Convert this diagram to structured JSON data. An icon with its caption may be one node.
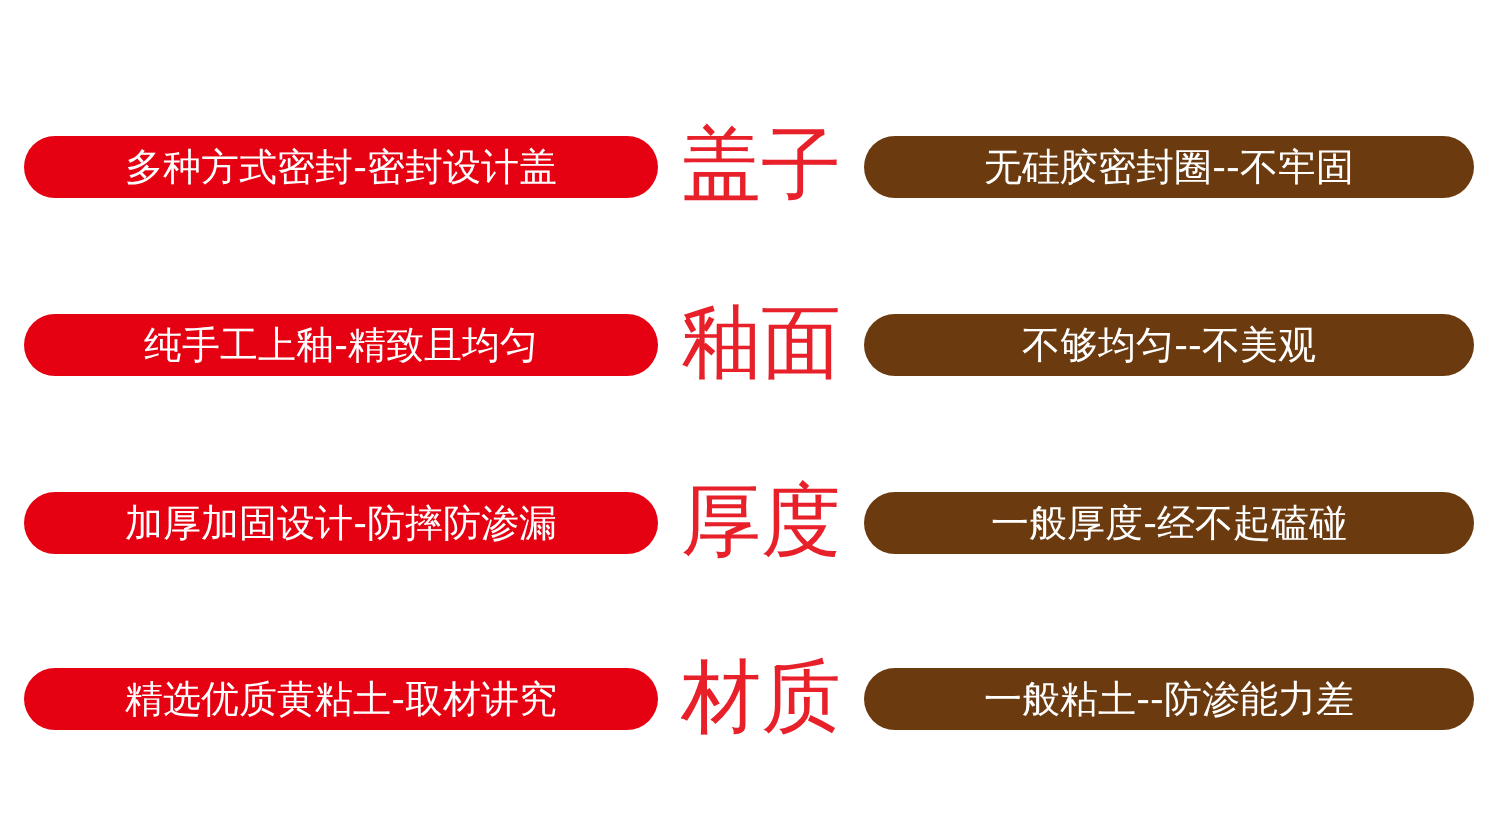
{
  "diagram": {
    "nodes": [
      {
        "text": [
          "多种方式密封-密封设计盖"
        ]
      },
      {
        "text": [
          "无硅胶密封圈--不牢固"
        ]
      },
      {
        "text": [
          "纯手工上釉-精致且均匀"
        ]
      },
      {
        "text": [
          "不够均匀--不美观"
        ]
      },
      {
        "text": [
          "加厚加固设计-防摔防渗漏"
        ]
      },
      {
        "text": [
          "一般厚度-经不起磕碰"
        ]
      },
      {
        "text": [
          "精选优质黄粘土-取材讲究"
        ]
      },
      {
        "text": [
          "一般粘土--防渗能力差"
        ]
      }
    ],
    "labels": [
      "盖子",
      "釉面",
      "厚度",
      "材质"
    ]
  }
}
